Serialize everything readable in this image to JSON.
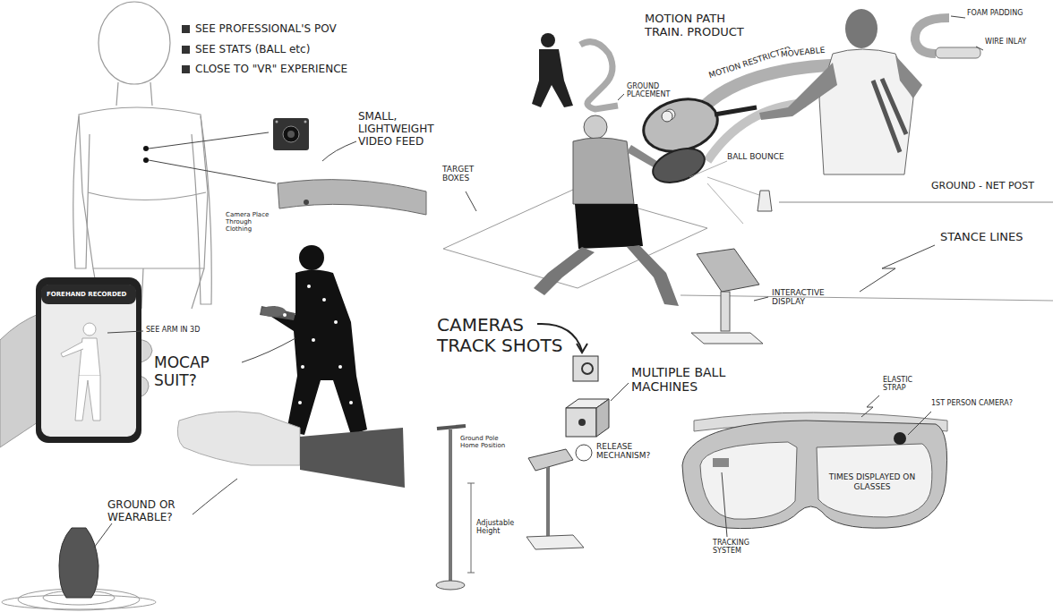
{
  "diagram": {
    "nodes": [
      {
        "text": [
          "FOREHAND RECORDED"
        ]
      },
      {
        "text": [
          "TIMES DISPLAYED ON GLASSES"
        ]
      }
    ],
    "labels": [
      "SEE PROFESSIONAL'S POV",
      "SEE STATS (BALL etc)",
      "CLOSE TO \"VR\" EXPERIENCE",
      "SMALL, LIGHTWEIGHT VIDEO FEED",
      "Camera Place Through Clothing",
      "SEE ARM IN 3D",
      "MOCAP SUIT?",
      "GROUND OR WEARABLE?",
      "MOTION PATH TRAIN. PRODUCT",
      "GROUND PLACEMENT",
      "MOTION RESTRICTED",
      "MOVEABLE",
      "FOAM PADDING",
      "WIRE INLAY",
      "TARGET BOXES",
      "BALL BOUNCE",
      "GROUND - NET POST",
      "STANCE LINES",
      "INTERACTIVE DISPLAY",
      "CAMERAS TRACK SHOTS",
      "MULTIPLE BALL MACHINES",
      "Ground Pole Home Position",
      "Adjustable Height",
      "RELEASE MECHANISM?",
      "ELASTIC STRAP",
      "1ST PERSON CAMERA?",
      "TRACKING SYSTEM"
    ]
  }
}
